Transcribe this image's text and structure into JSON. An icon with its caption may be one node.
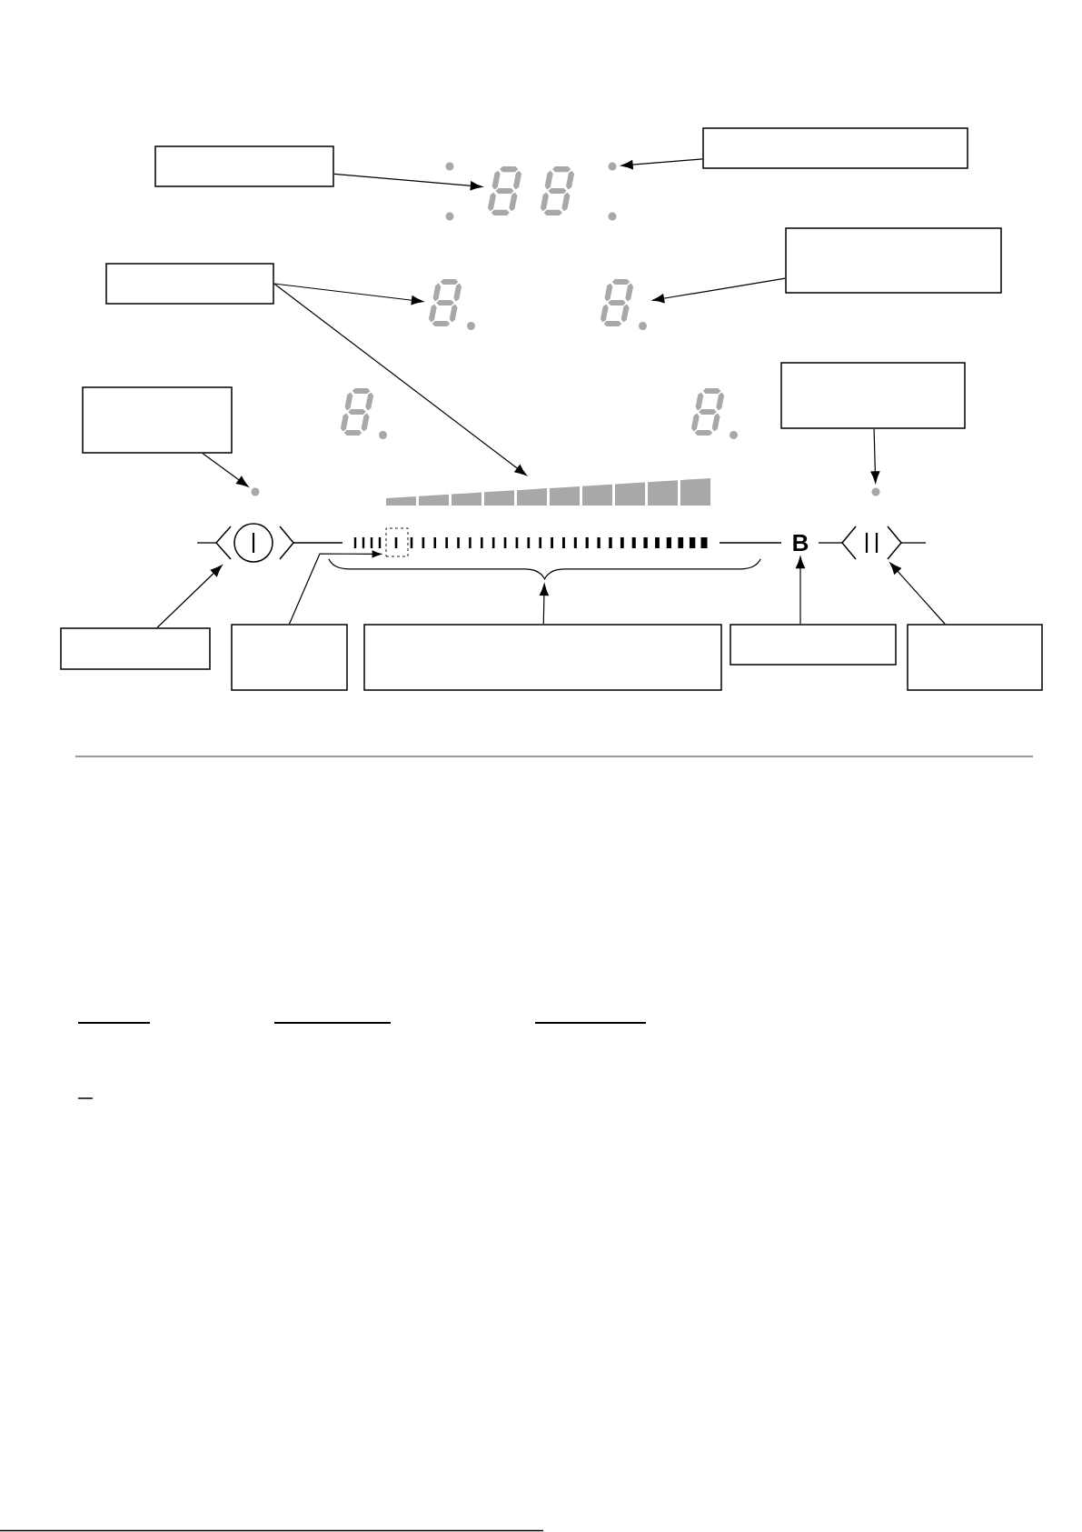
{
  "diagram": {
    "nodes": [
      {
        "text": [],
        "shape": "box"
      },
      {
        "text": [],
        "shape": "picture"
      },
      {
        "text": [],
        "shape": "circle"
      },
      {
        "text": [],
        "shape": "box"
      },
      {
        "text": [],
        "shape": "box"
      },
      {
        "text": [],
        "shape": "picture"
      },
      {
        "text": [],
        "shape": "picture"
      },
      {
        "text": [],
        "shape": "box"
      },
      {
        "text": [],
        "shape": "box"
      },
      {
        "text": [],
        "shape": "box"
      },
      {
        "text": [],
        "shape": "picture"
      },
      {
        "text": [],
        "shape": "circle"
      },
      {
        "text": [],
        "shape": "circle"
      },
      {
        "text": [],
        "shape": "picture"
      },
      {
        "text": [],
        "shape": "box"
      },
      {
        "text": [
          "B"
        ]
      },
      {
        "text": [],
        "shape": "picture"
      },
      {
        "text": [],
        "shape": "brace"
      },
      {
        "text": [],
        "shape": "box"
      },
      {
        "text": [],
        "shape": "box"
      },
      {
        "text": [],
        "shape": "box"
      },
      {
        "text": [],
        "shape": "box"
      },
      {
        "text": [],
        "shape": "box"
      }
    ],
    "edges": [
      {
        "from": 0,
        "to": 1,
        "arrow": "to"
      },
      {
        "from": 3,
        "to": 2,
        "arrow": "to"
      },
      {
        "from": 4,
        "to": 5,
        "arrow": "to"
      },
      {
        "from": 4,
        "to": 10,
        "arrow": "to"
      },
      {
        "from": 7,
        "to": 6,
        "arrow": "to"
      },
      {
        "from": 8,
        "to": 11,
        "arrow": "to"
      },
      {
        "from": 9,
        "to": 12,
        "arrow": "to"
      },
      {
        "from": 18,
        "to": 13,
        "arrow": "to"
      },
      {
        "from": 19,
        "to": 14,
        "arrow": "to"
      },
      {
        "from": 20,
        "to": 17,
        "arrow": "to"
      },
      {
        "from": 21,
        "to": 15,
        "arrow": "to"
      },
      {
        "from": 22,
        "to": 16,
        "arrow": "to"
      }
    ]
  }
}
